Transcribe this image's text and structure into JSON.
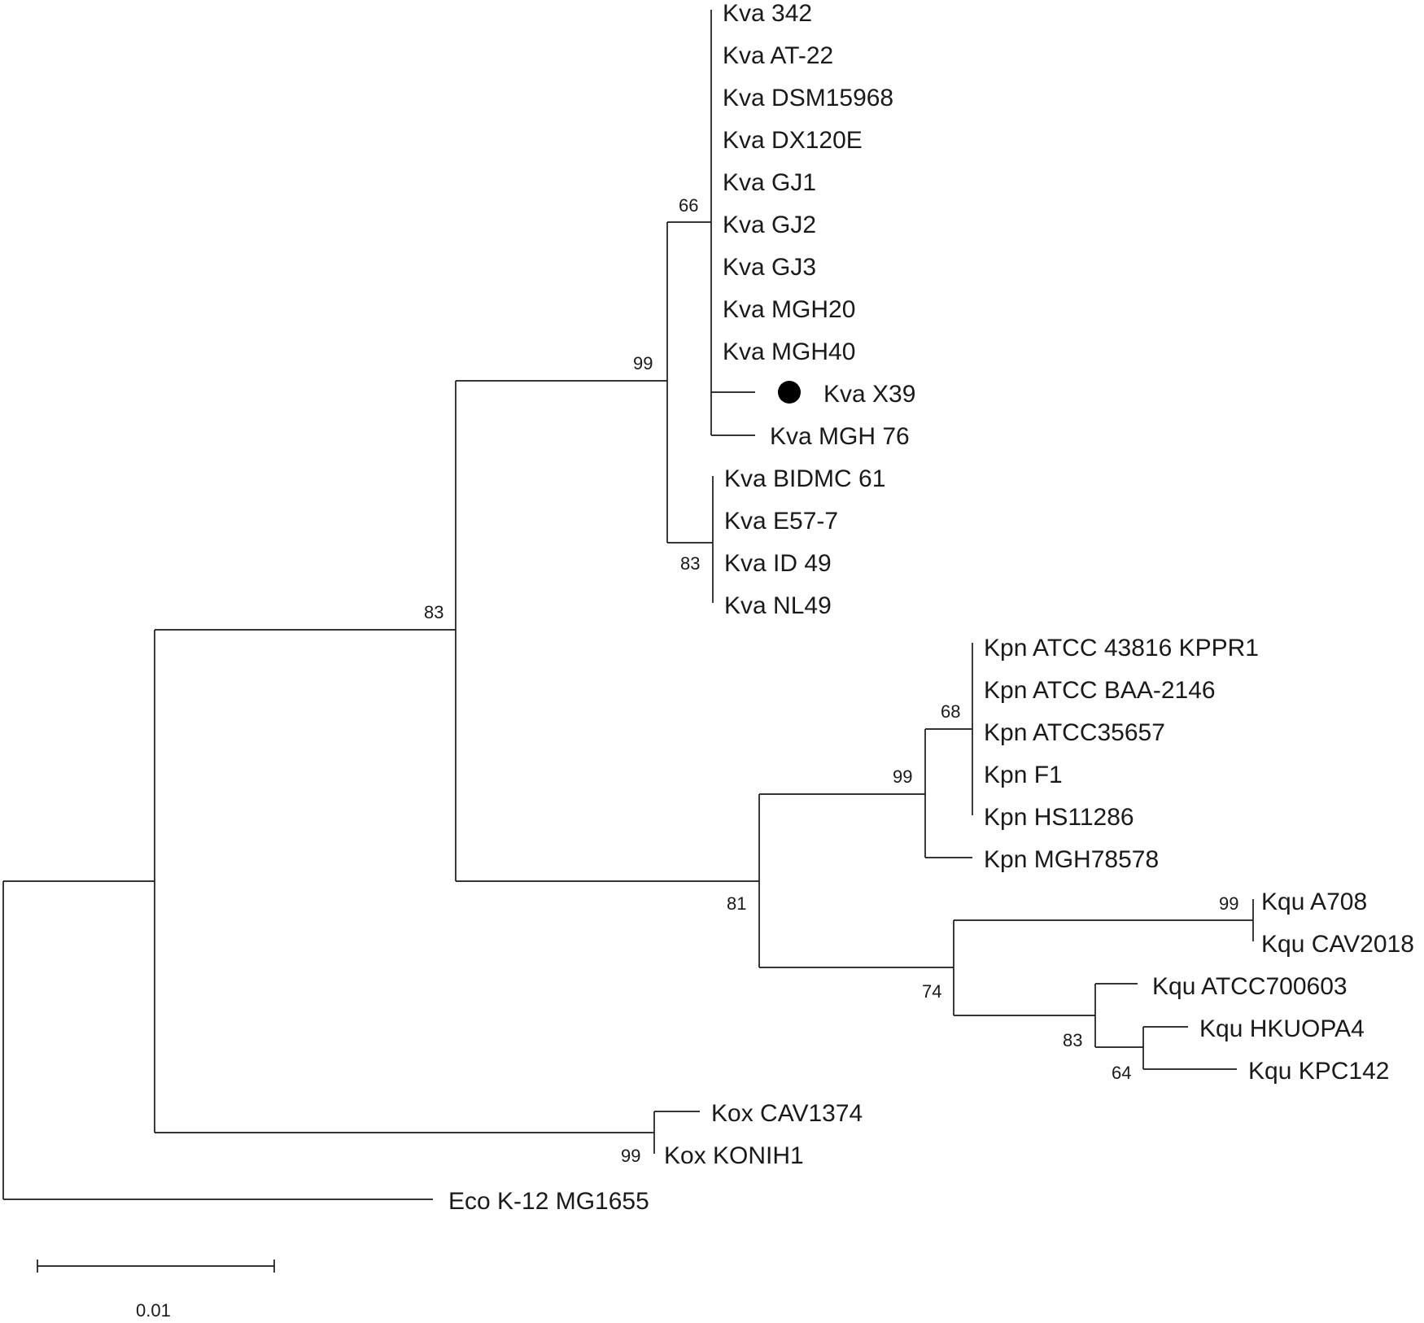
{
  "tree": {
    "leaves": [
      "Kva 342",
      "Kva AT-22",
      "Kva DSM15968",
      "Kva DX120E",
      "Kva GJ1",
      "Kva GJ2",
      "Kva GJ3",
      "Kva MGH20",
      "Kva MGH40",
      "Kva X39",
      "Kva MGH 76",
      "Kva BIDMC 61",
      "Kva E57-7",
      "Kva ID 49",
      "Kva NL49",
      "Kpn ATCC 43816 KPPR1",
      "Kpn ATCC BAA-2146",
      "Kpn ATCC35657",
      "Kpn F1",
      "Kpn HS11286",
      "Kpn MGH78578",
      "Kqu A708",
      "Kqu CAV2018",
      "Kqu ATCC700603",
      "Kqu HKUOPA4",
      "Kqu KPC142",
      "Kox CAV1374",
      "Kox KONIH1",
      "Eco K-12 MG1655"
    ],
    "highlighted_leaf": "Kva X39",
    "highlight_marker": "filled-circle",
    "bootstrap_values": {
      "kva_strain_cluster": "66",
      "kva_clade": "99",
      "kva_subclade_bidmc": "83",
      "kva_kpn_kqu_group": "83",
      "kpn_core_cluster": "68",
      "kpn_clade": "99",
      "kpn_kqu_group": "81",
      "kqu_a708_cav2018": "99",
      "kqu_clade": "74",
      "kqu_subclade": "83",
      "kqu_hkuopa4_kpc142": "64",
      "kox_clade": "99"
    },
    "scale_bar_label": "0.01"
  },
  "colors": {
    "line": "#1a1a1a",
    "text": "#1a1a1a",
    "background": "#ffffff"
  }
}
